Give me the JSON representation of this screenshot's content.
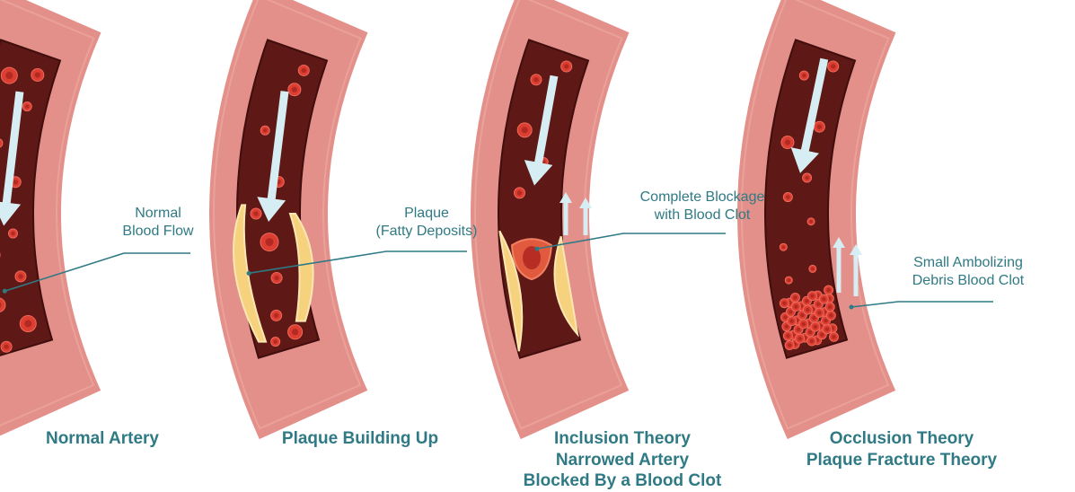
{
  "panels": [
    {
      "caption": [
        "Normal Artery"
      ],
      "annotation": [
        "Normal",
        "Blood Flow"
      ]
    },
    {
      "caption": [
        "Plaque Building Up"
      ],
      "annotation": [
        "Plaque",
        "(Fatty Deposits)"
      ]
    },
    {
      "caption": [
        "Inclusion Theory",
        "Narrowed Artery",
        "Blocked By a Blood Clot"
      ],
      "annotation": [
        "Complete Blockage",
        "with Blood Clot"
      ]
    },
    {
      "caption": [
        "Occlusion Theory",
        "Plaque Fracture Theory"
      ],
      "annotation": [
        "Small Ambolizing",
        "Debris Blood Clot"
      ]
    }
  ],
  "colors": {
    "vessel_wall": "#e4908a",
    "vessel_wall_edge": "#f0b2aa",
    "lumen": "#5e1816",
    "blood_cell": "#dc3f32",
    "blood_cell_core": "#b32a22",
    "plaque": "#f6d27e",
    "plaque_edge": "#fbe7b3",
    "clot": "#e25a3e",
    "clot_core": "#b72c24",
    "arrow": "#d6eef3",
    "text": "#2f7a84",
    "leader": "#2f7a84"
  },
  "icons": [
    "down-arrow-icon",
    "up-arrow-icon"
  ]
}
